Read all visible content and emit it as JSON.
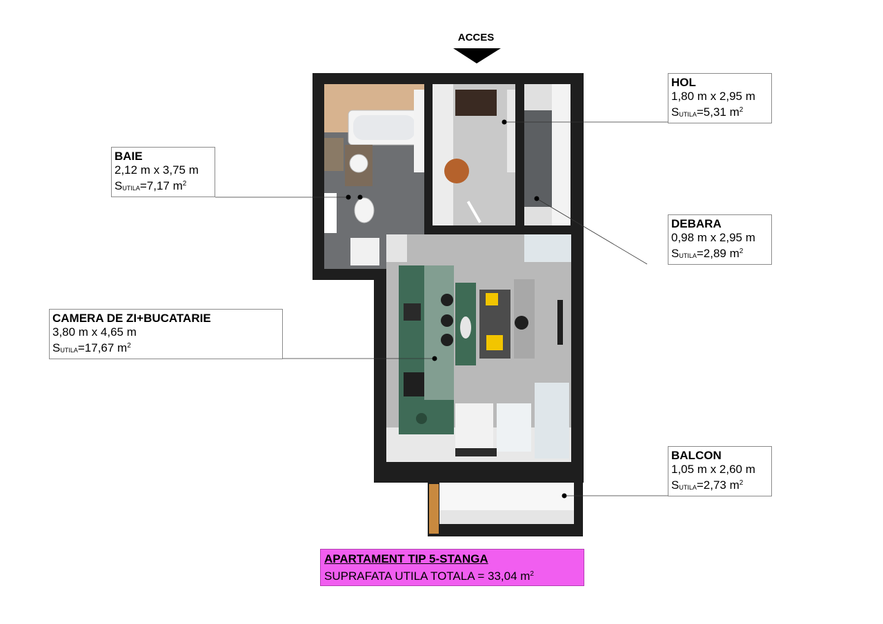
{
  "access": {
    "label": "ACCES"
  },
  "rooms": [
    {
      "id": "hol",
      "name": "HOL",
      "dims": "1,80 m x 2,95 m",
      "s_prefix": "S",
      "s_sub": "UTILA",
      "s_value": "=5,31 m",
      "s_sup": "2"
    },
    {
      "id": "baie",
      "name": "BAIE",
      "dims": "2,12 m x 3,75 m",
      "s_prefix": "S",
      "s_sub": "UTILA",
      "s_value": "=7,17 m",
      "s_sup": "2"
    },
    {
      "id": "debara",
      "name": "DEBARA",
      "dims": "0,98 m x 2,95 m",
      "s_prefix": "S",
      "s_sub": "UTILA",
      "s_value": "=2,89 m",
      "s_sup": "2"
    },
    {
      "id": "camera",
      "name": "CAMERA DE ZI+BUCATARIE",
      "dims": "3,80 m x 4,65 m",
      "s_prefix": "S",
      "s_sub": "UTILA",
      "s_value": "=17,67 m",
      "s_sup": "2"
    },
    {
      "id": "balcon",
      "name": "BALCON",
      "dims": "1,05 m x 2,60 m",
      "s_prefix": "S",
      "s_sub": "UTILA",
      "s_value": "=2,73 m",
      "s_sup": "2"
    }
  ],
  "summary": {
    "title": "APARTAMENT TIP 5-STANGA",
    "total_text": "SUPRAFATA UTILA TOTALA = 33,04 m",
    "total_sup": "2"
  },
  "colors": {
    "wall": "#1e1e1e",
    "floor_tile": "#6d6f72",
    "floor_wood": "#c9c9c9",
    "kitchen": "#3f6b57",
    "accent_yellow": "#f2c500",
    "summary_bg": "#f15ef0"
  }
}
